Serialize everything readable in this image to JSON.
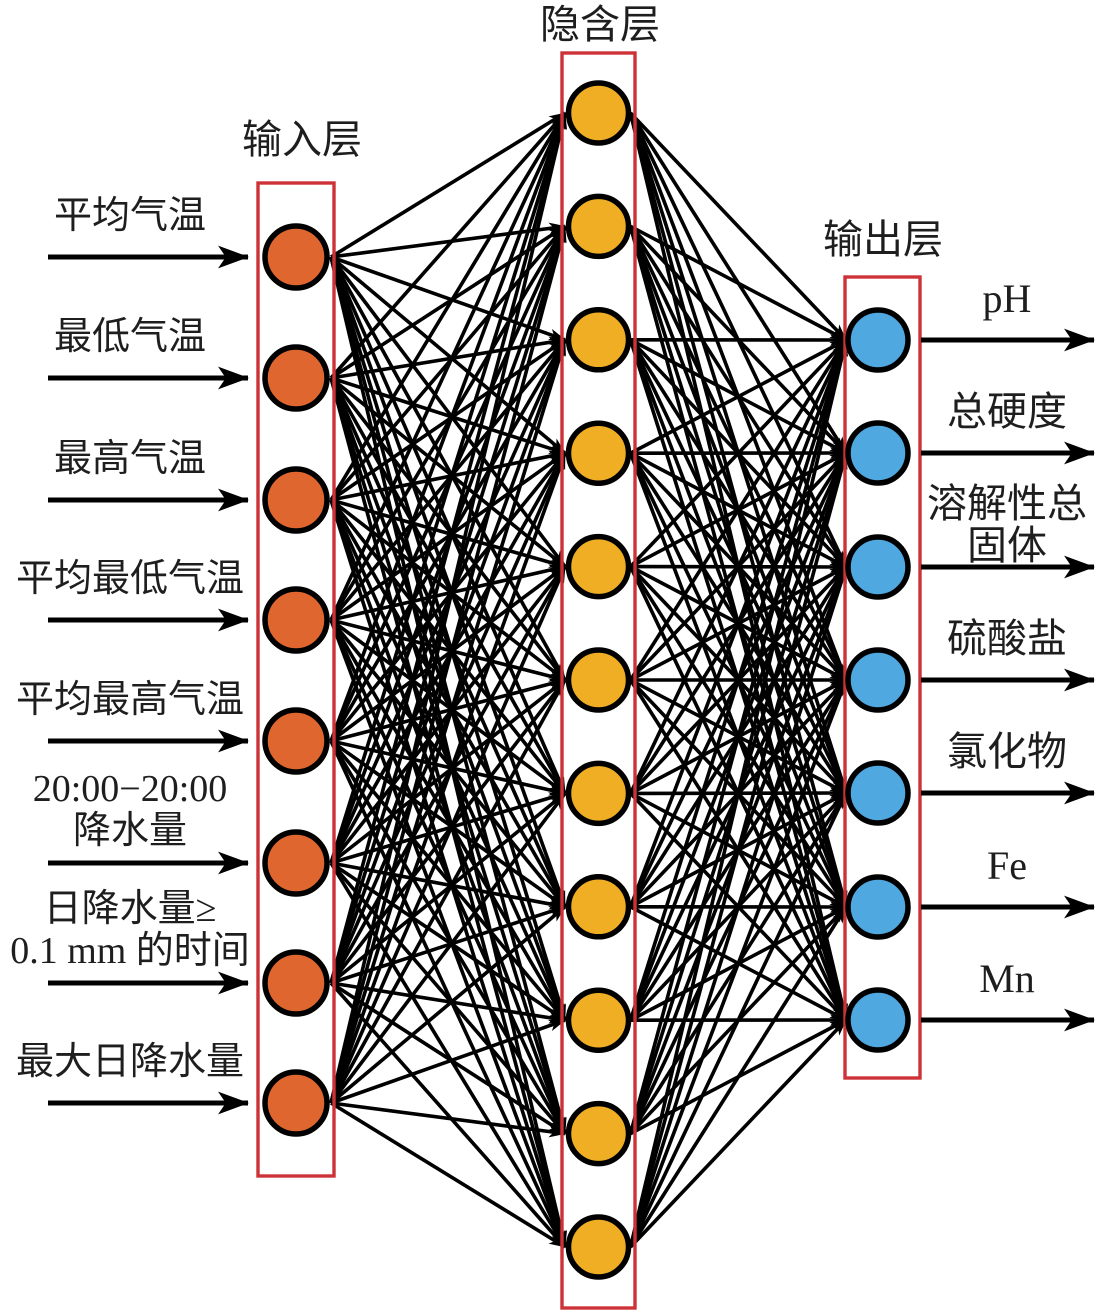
{
  "layers": {
    "input": {
      "title": "输入层",
      "node_color": "#e0662f",
      "node_count": 8,
      "items": [
        {
          "lines": [
            "平均气温"
          ]
        },
        {
          "lines": [
            "最低气温"
          ]
        },
        {
          "lines": [
            "最高气温"
          ]
        },
        {
          "lines": [
            "平均最低气温"
          ]
        },
        {
          "lines": [
            "平均最高气温"
          ]
        },
        {
          "lines": [
            "20:00−20:00",
            "降水量"
          ]
        },
        {
          "lines": [
            "日降水量≥",
            "0.1 mm 的时间"
          ]
        },
        {
          "lines": [
            "最大日降水量"
          ]
        }
      ]
    },
    "hidden": {
      "title": "隐含层",
      "node_color": "#f0ae24",
      "node_count": 11
    },
    "output": {
      "title": "输出层",
      "node_color": "#4fa8df",
      "node_count": 7,
      "items": [
        {
          "lines": [
            "pH"
          ]
        },
        {
          "lines": [
            "总硬度"
          ]
        },
        {
          "lines": [
            "溶解性总",
            "固体"
          ]
        },
        {
          "lines": [
            "硫酸盐"
          ]
        },
        {
          "lines": [
            "氯化物"
          ]
        },
        {
          "lines": [
            "Fe"
          ]
        },
        {
          "lines": [
            "Mn"
          ]
        }
      ]
    }
  },
  "colors": {
    "layer_box_border": "#cc3237",
    "edge": "#000000",
    "node_outline": "#000000",
    "background": "#ffffff"
  }
}
